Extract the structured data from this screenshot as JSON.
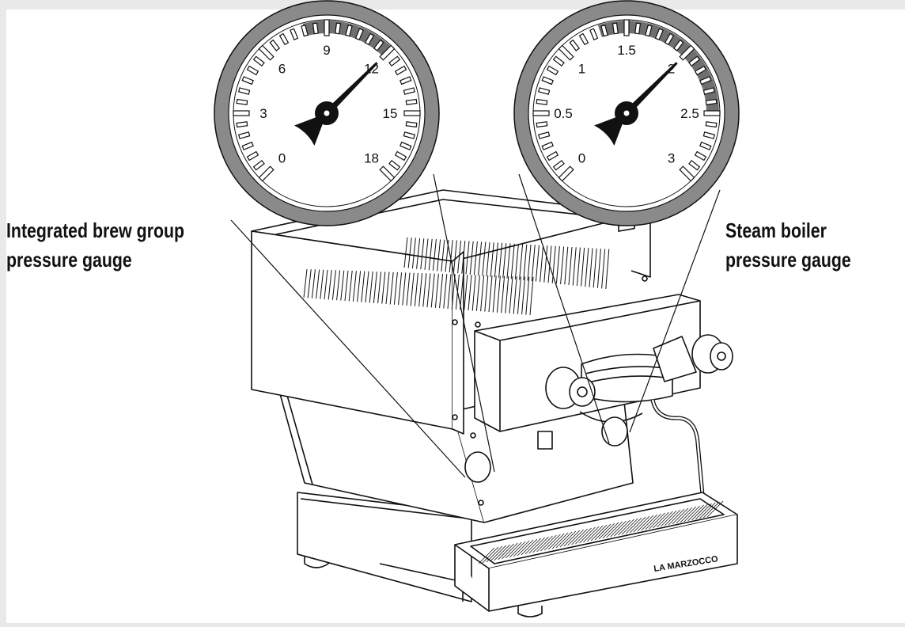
{
  "brew_gauge": {
    "caption_line1": "Integrated brew group",
    "caption_line2": "pressure gauge",
    "scale_labels": [
      "0",
      "3",
      "6",
      "9",
      "12",
      "15",
      "18"
    ],
    "scale_max": 18,
    "needle_reading": 12,
    "highlight_range": [
      8,
      12
    ]
  },
  "steam_gauge": {
    "caption_line1": "Steam boiler",
    "caption_line2": "pressure gauge",
    "scale_labels": [
      "0",
      "0.5",
      "1",
      "1.5",
      "2",
      "2.5",
      "3"
    ],
    "scale_max": 3,
    "needle_reading": 2,
    "highlight_range": [
      1.3,
      2.5
    ]
  },
  "machine": {
    "brand_plate": "LA MARZOCCO"
  },
  "colors": {
    "background": "#e9e9e9",
    "bezel": "#8a8a8a",
    "highlight": "#6f6f6f",
    "ink": "#111111"
  }
}
